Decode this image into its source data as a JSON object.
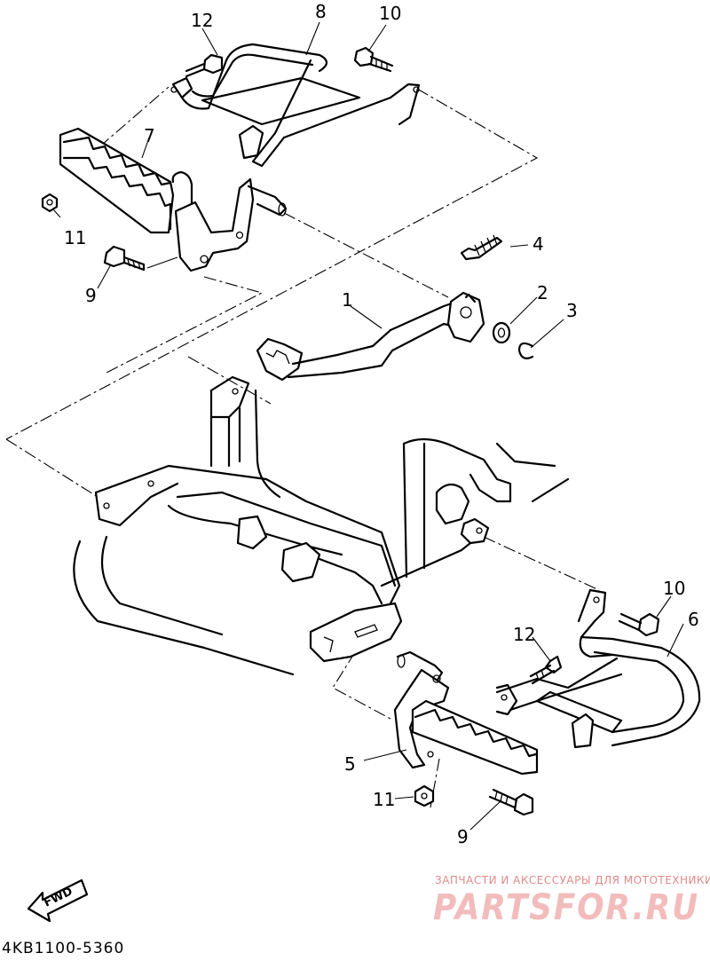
{
  "diagram": {
    "callouts": {
      "n1": "1",
      "n2": "2",
      "n3": "3",
      "n4": "4",
      "n5": "5",
      "n6": "6",
      "n7": "7",
      "n8": "8",
      "n9a": "9",
      "n9b": "9",
      "n10a": "10",
      "n10b": "10",
      "n11a": "11",
      "n11b": "11",
      "n12a": "12",
      "n12b": "12"
    },
    "direction_arrow_label": "FWD",
    "diagram_code": "4KB1100-5360"
  },
  "watermark": {
    "tagline": "ЗАПЧАСТИ И АКСЕССУАРЫ ДЛЯ МОТОТЕХНИКИ",
    "logo_text": "PARTSFOR.RU"
  },
  "colors": {
    "line": "#000000",
    "background": "#ffffff",
    "watermark_tagline": "#e08a8a",
    "watermark_logo": "#f2bcbc"
  }
}
